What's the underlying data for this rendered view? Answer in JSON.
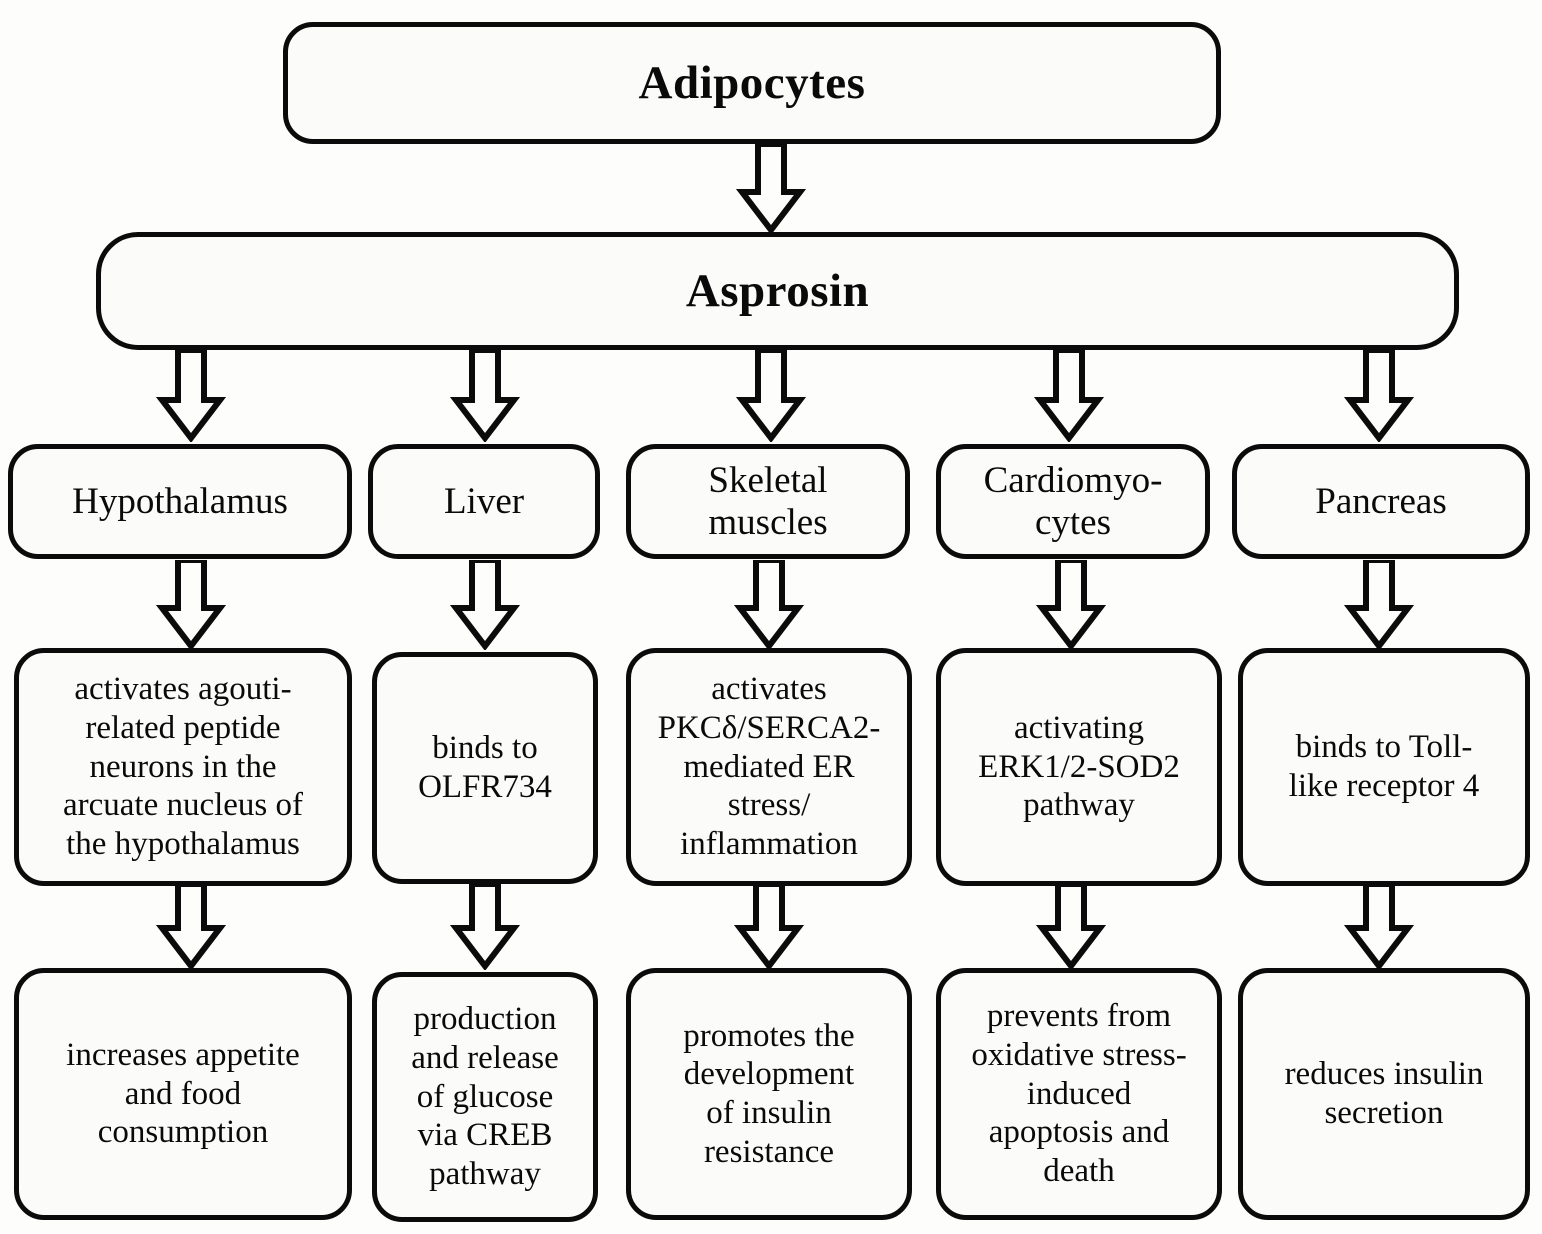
{
  "diagram": {
    "title_node": "Adipocytes",
    "hormone_node": "Asprosin",
    "tissues": [
      {
        "id": "hypothalamus",
        "label": "Hypothalamus"
      },
      {
        "id": "liver",
        "label": "Liver"
      },
      {
        "id": "skeletal-muscles",
        "label": "Skeletal\nmuscles"
      },
      {
        "id": "cardiomyocytes",
        "label": "Cardiomyo-\ncytes"
      },
      {
        "id": "pancreas",
        "label": "Pancreas"
      }
    ],
    "mechanisms": [
      {
        "id": "agrp",
        "label": "activates agouti-\nrelated peptide\nneurons in the\narcuate nucleus of\nthe hypothalamus"
      },
      {
        "id": "olfr734",
        "label": "binds to\nOLFR734"
      },
      {
        "id": "pkcd-serca2",
        "label": "activates\nPKCδ/SERCA2-\nmediated ER\nstress/\ninflammation"
      },
      {
        "id": "erk-sod2",
        "label": "activating\nERK1/2-SOD2\npathway"
      },
      {
        "id": "tlr4",
        "label": "binds to Toll-\nlike receptor 4"
      }
    ],
    "outcomes": [
      {
        "id": "appetite",
        "label": "increases appetite\nand food\nconsumption"
      },
      {
        "id": "glucose-creb",
        "label": "production\nand release\nof glucose\nvia CREB\npathway"
      },
      {
        "id": "insulin-resistance",
        "label": "promotes the\ndevelopment\nof insulin\nresistance"
      },
      {
        "id": "apoptosis",
        "label": "prevents from\noxidative stress-\ninduced\napoptosis and\ndeath"
      },
      {
        "id": "insulin-secretion",
        "label": "reduces insulin\nsecretion"
      }
    ],
    "colors": {
      "background": "#fdfdfc",
      "node_fill": "#fbfbfa",
      "stroke": "#0b0b0b",
      "text": "#0a0a0a"
    },
    "arrow_style": "hollow-block-down"
  }
}
